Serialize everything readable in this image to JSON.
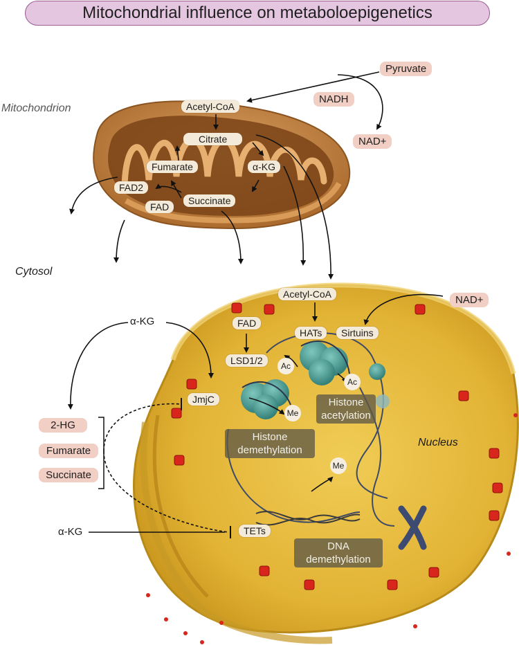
{
  "title": "Mitochondrial influence on metaboloepigenetics",
  "regions": {
    "mitochondrion": "Mitochondrion",
    "cytosol": "Cytosol",
    "nucleus": "Nucleus"
  },
  "mito_metabolites": {
    "acetyl_coa": "Acetyl-CoA",
    "citrate": "Citrate",
    "fumarate": "Fumarate",
    "akg": "α-KG",
    "fad2": "FAD2",
    "fad": "FAD",
    "succinate": "Succinate"
  },
  "external": {
    "pyruvate": "Pyruvate",
    "nadh": "NADH",
    "nad_top": "NAD+",
    "nad_nucleus": "NAD+"
  },
  "nuclear": {
    "acetyl_coa": "Acetyl-CoA",
    "fad": "FAD",
    "hats": "HATs",
    "sirtuins": "Sirtuins",
    "lsd": "LSD1/2",
    "jmjc": "JmjC",
    "tets": "TETs",
    "ac1": "Ac",
    "ac2": "Ac",
    "me1": "Me",
    "me2": "Me"
  },
  "processes": {
    "histone_acetylation": "Histone acetylation",
    "histone_demethylation": "Histone demethylation",
    "dna_demethylation": "DNA demethylation"
  },
  "left_panel": {
    "akg_top": "α-KG",
    "akg_bottom": "α-KG",
    "inhibitors": [
      "2-HG",
      "Fumarate",
      "Succinate"
    ]
  },
  "colors": {
    "title_fill": "#e4c6e0",
    "title_border": "#9c5a95",
    "mito_outer": "#c78a47",
    "nucleus_fill": "#e9c040",
    "pore_red": "#d9261c",
    "nucleosome_teal": "#3b8f88",
    "cream_label": "#f4ead9",
    "pink_label": "#f2cfc4",
    "process_label": "#5f5846"
  }
}
